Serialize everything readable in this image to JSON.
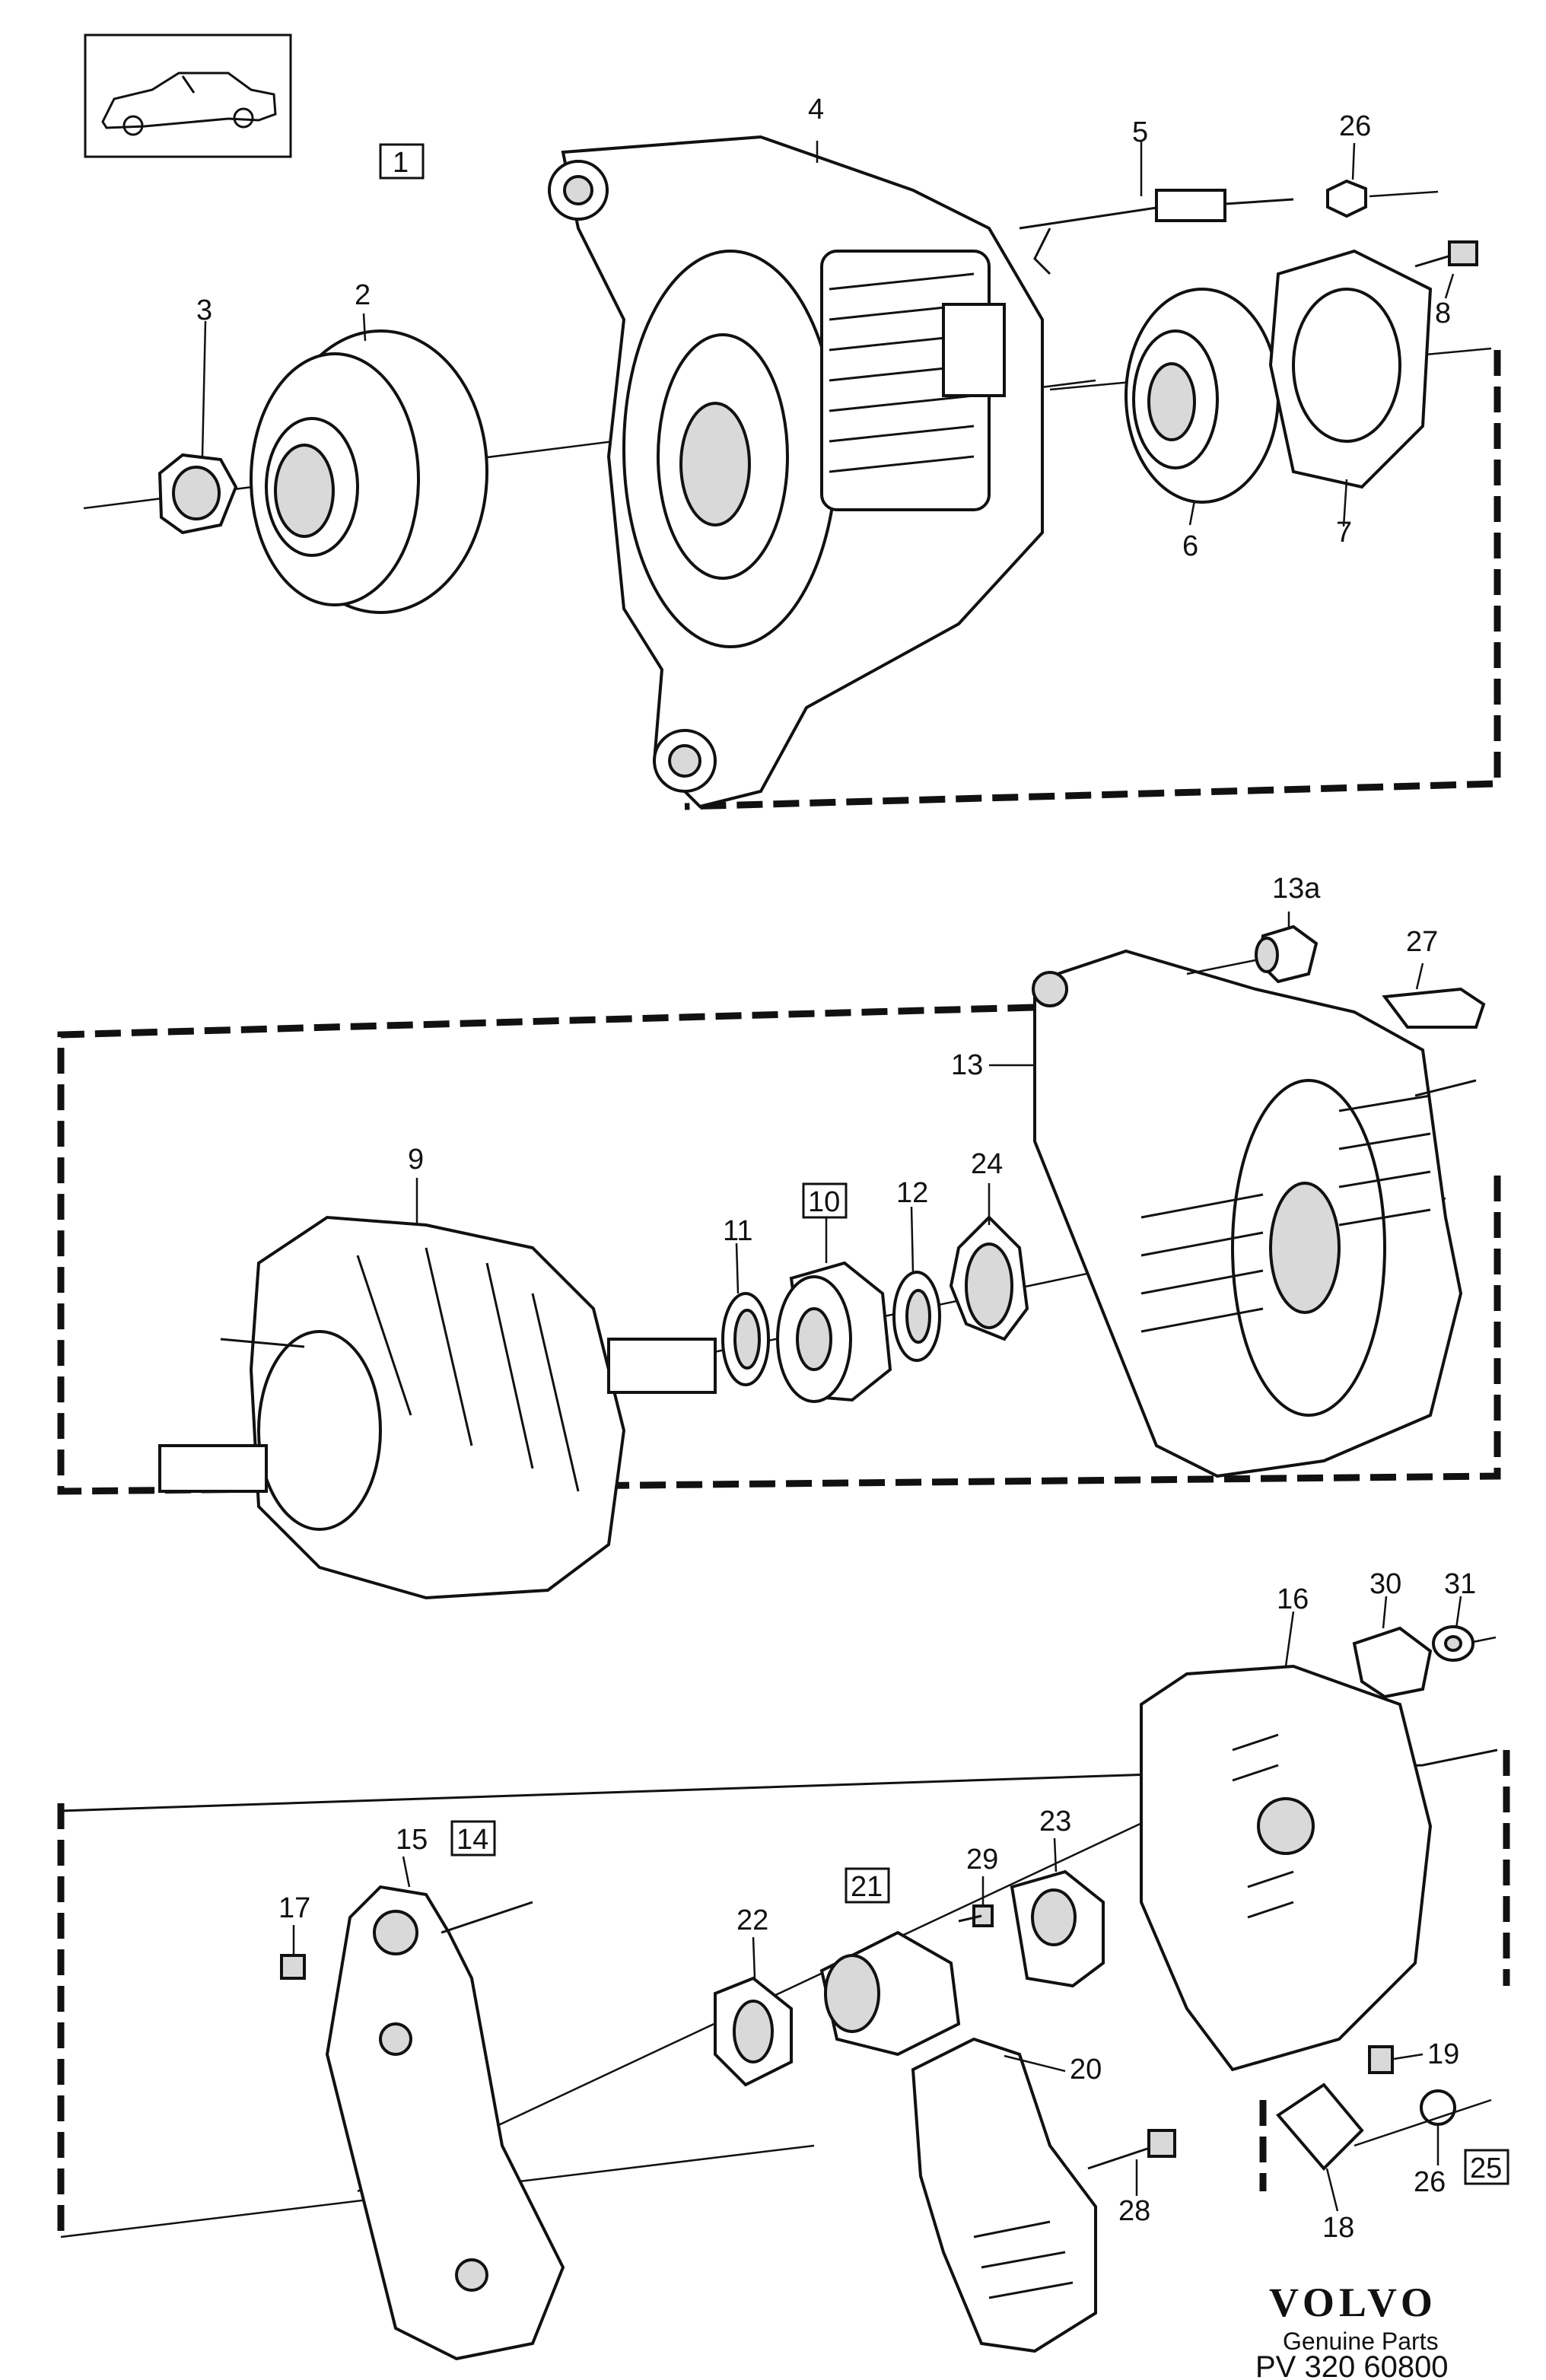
{
  "brand": {
    "name": "VOLVO",
    "tagline": "Genuine Parts",
    "code": "PV 320 60800"
  },
  "callouts": {
    "c1": "1",
    "c2": "2",
    "c3": "3",
    "c4": "4",
    "c5": "5",
    "c6": "6",
    "c7": "7",
    "c8": "8",
    "c9": "9",
    "c10": "10",
    "c11": "11",
    "c12": "12",
    "c13": "13",
    "c13a": "13a",
    "c14": "14",
    "c15": "15",
    "c16": "16",
    "c17": "17",
    "c18": "18",
    "c19": "19",
    "c20": "20",
    "c21": "21",
    "c22": "22",
    "c23": "23",
    "c24": "24",
    "c25": "25",
    "c26a": "26",
    "c26b": "26",
    "c27": "27",
    "c28": "28",
    "c29": "29",
    "c30": "30",
    "c31": "31"
  }
}
